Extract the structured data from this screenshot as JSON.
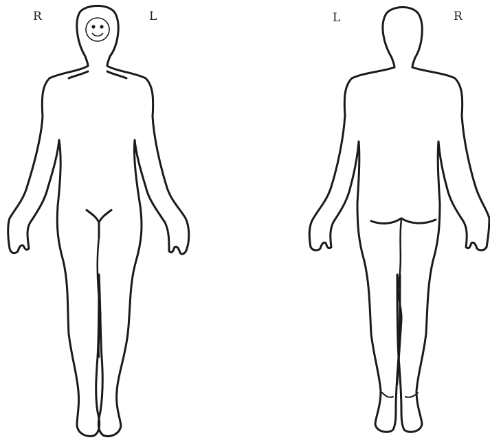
{
  "labels": {
    "front_right": "R",
    "front_left": "L",
    "back_left": "L",
    "back_right": "R"
  },
  "colors": {
    "stroke": "#1a1a1a",
    "background": "#ffffff"
  },
  "figures": [
    "front-view",
    "back-view"
  ],
  "face_icon": "smiley-face-icon"
}
